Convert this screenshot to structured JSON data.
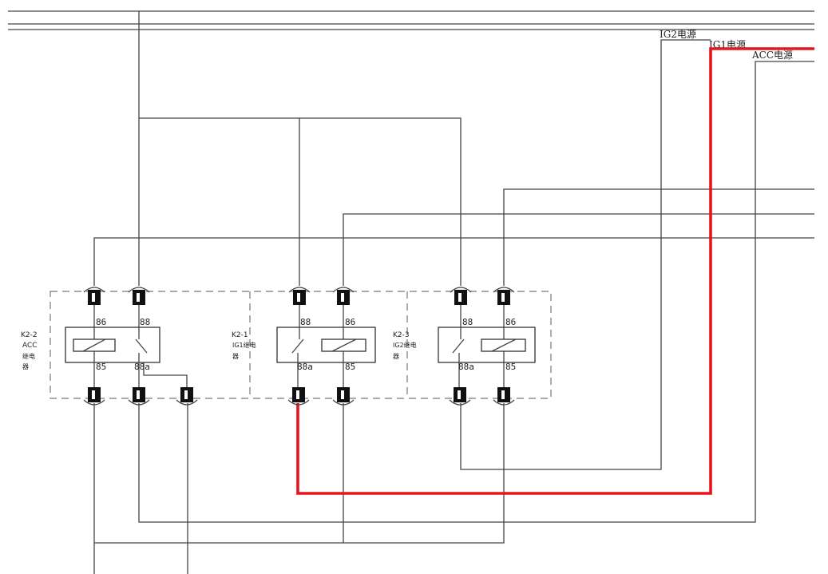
{
  "sources": {
    "ig2": "IG2电源",
    "ig1": "IG1电源",
    "acc": "ACC电源"
  },
  "relays": [
    {
      "id": "K2-2",
      "name": "ACC",
      "line2": "继电",
      "line3": "器",
      "pins_top": [
        "86",
        "88"
      ],
      "pins_bottom": [
        "85",
        "88a"
      ]
    },
    {
      "id": "K2-1",
      "name": "IG1继电",
      "line2": "器",
      "pins_top": [
        "88",
        "86"
      ],
      "pins_bottom": [
        "88a",
        "85"
      ]
    },
    {
      "id": "K2-3",
      "name": "IG2继电",
      "line2": "器",
      "pins_top": [
        "88",
        "86"
      ],
      "pins_bottom": [
        "88a",
        "85"
      ]
    }
  ],
  "colors": {
    "wire": "#444444",
    "highlight": "#e8141b"
  }
}
